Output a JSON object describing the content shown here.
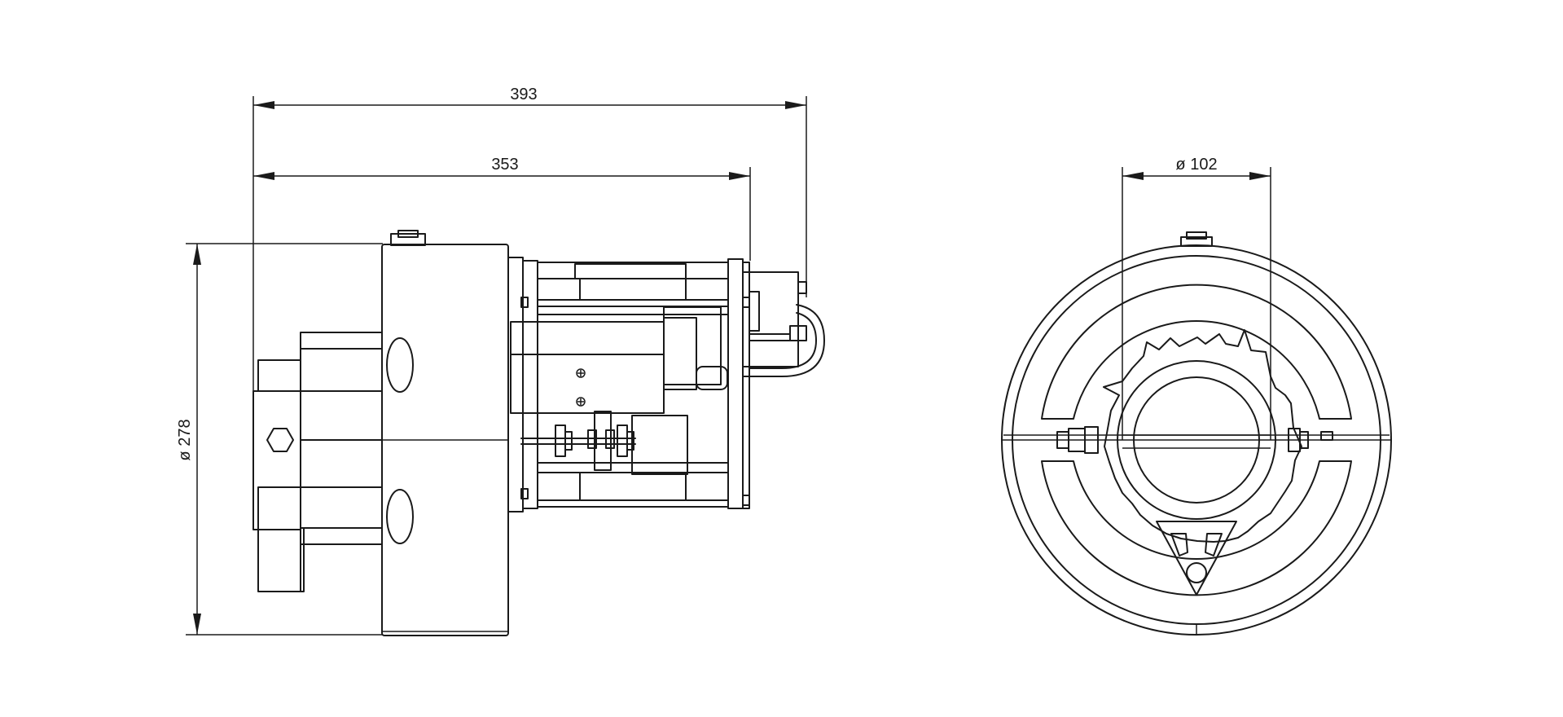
{
  "dimensions": {
    "overall_length": "393",
    "body_length": "353",
    "diameter": "ø 278",
    "bore_diameter": "ø 102"
  },
  "icons": {
    "side_view": "side-elevation-drawing",
    "front_view": "front-elevation-drawing"
  }
}
